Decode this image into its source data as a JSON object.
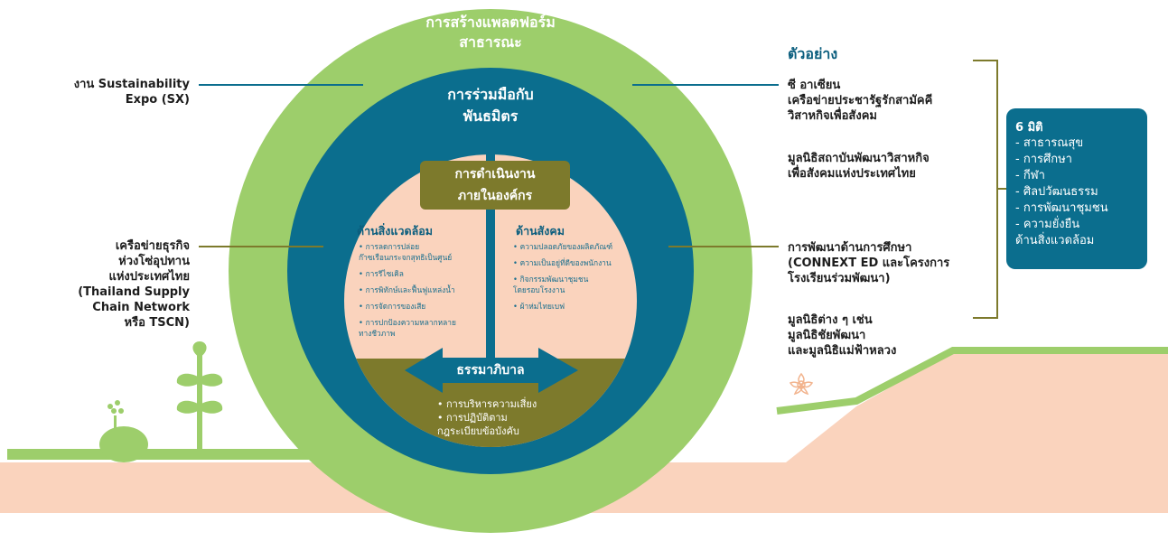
{
  "diagram": {
    "outer_ring": {
      "title": [
        "การสร้างแพลตฟอร์ม",
        "สาธารณะ"
      ]
    },
    "middle_ring": {
      "title": [
        "การร่วมมือกับ",
        "พันธมิตร"
      ]
    },
    "inner": {
      "badge": [
        "การดำเนินงาน",
        "ภายในองค์กร"
      ],
      "environment": {
        "title": "ด้านสิ่งแวดล้อม",
        "items": [
          "• การลดการปล่อย",
          "  ก๊าซเรือนกระจกสุทธิเป็นศูนย์",
          "• การรีไซเคิล",
          "• การพิทักษ์และฟื้นฟูแหล่งน้ำ",
          "• การจัดการของเสีย",
          "• การปกป้องความหลากหลาย",
          "  ทางชีวภาพ"
        ]
      },
      "social": {
        "title": "ด้านสังคม",
        "items": [
          "• ความปลอดภัยของผลิตภัณฑ์",
          "• ความเป็นอยู่ที่ดีของพนักงาน",
          "• กิจกรรมพัฒนาชุมชน",
          "  โดยรอบโรงงาน",
          "• ผ้าห่มไทยเบฟ"
        ]
      },
      "governance": {
        "title": "ธรรมาภิบาล",
        "items": [
          "• การบริหารความเสี่ยง",
          "• การปฏิบัติตาม",
          "  กฎระเบียบข้อบังคับ"
        ]
      }
    },
    "left_labels": {
      "sx": [
        "งาน Sustainability",
        "Expo (SX)"
      ],
      "tscn": [
        "เครือข่ายธุรกิจ",
        "ห่วงโซ่อุปทาน",
        "แห่งประเทศไทย",
        "(Thailand Supply",
        "Chain Network",
        "หรือ TSCN)"
      ]
    },
    "right_labels": {
      "heading": "ตัวอย่าง",
      "group1": [
        "ซี อาเซียน",
        "เครือข่ายประชารัฐรักสามัคคี",
        "วิสาหกิจเพื่อสังคม"
      ],
      "group2": [
        "มูลนิธิสถาบันพัฒนาวิสาหกิจ",
        "เพื่อสังคมแห่งประเทศไทย"
      ],
      "group3": [
        "การพัฒนาด้านการศึกษา",
        "(CONNEXT ED และโครงการ",
        "โรงเรียนร่วมพัฒนา)"
      ],
      "group4": [
        "มูลนิธิต่าง ๆ เช่น",
        "มูลนิธิชัยพัฒนา",
        "และมูลนิธิแม่ฟ้าหลวง"
      ]
    },
    "dimensions": {
      "title": "6 มิติ",
      "items": [
        "-  สาธารณสุข",
        "-  การศึกษา",
        "-  กีฬา",
        "-  ศิลปวัฒนธรรม",
        "-  การพัฒนาชุมชน",
        "-  ความยั่งยืน",
        "   ด้านสิ่งแวดล้อม"
      ]
    },
    "colors": {
      "light_green": "#9dce6b",
      "deep_blue": "#0b6e8e",
      "peach": "#fad3bd",
      "olive": "#7d7a2c",
      "ground": "#fad3bd",
      "text_dark": "#1d1d1d"
    }
  }
}
